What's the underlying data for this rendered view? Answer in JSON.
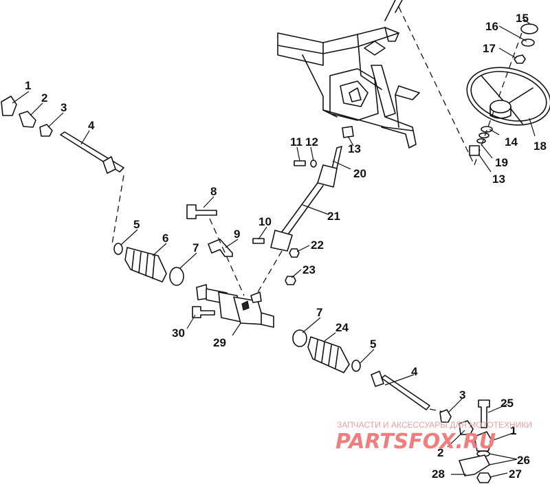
{
  "callouts": [
    "1",
    "2",
    "3",
    "4",
    "5",
    "6",
    "7",
    "8",
    "9",
    "10",
    "11",
    "12",
    "13",
    "14",
    "15",
    "16",
    "17",
    "18",
    "19",
    "20",
    "21",
    "22",
    "23",
    "24",
    "25",
    "26",
    "27",
    "28",
    "29",
    "30"
  ],
  "watermark": {
    "tagline": "ЗАПЧАСТИ И АКСЕССУАРЫ ДЛЯ МОТОТЕХНИКИ",
    "logo": "PARTSFOX.RU"
  }
}
